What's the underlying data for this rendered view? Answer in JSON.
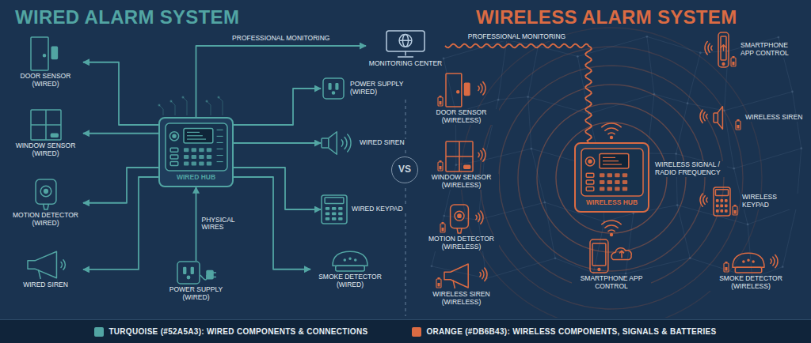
{
  "diagram": {
    "nodes": [
      {
        "text": [
          "DOOR SENSOR (WIRED)"
        ]
      },
      {
        "text": [
          "WINDOW SENSOR (WIRED)"
        ]
      },
      {
        "text": [
          "MOTION DETECTOR (WIRED)"
        ]
      },
      {
        "text": [
          "WIRED SIREN"
        ]
      },
      {
        "text": [
          "WIRED HUB"
        ]
      },
      {
        "text": [
          "POWER SUPPLY (WIRED)"
        ]
      },
      {
        "text": [
          "WIRED SIREN"
        ]
      },
      {
        "text": [
          "WIRED KEYPAD"
        ]
      },
      {
        "text": [
          "POWER SUPPLY (WIRED)"
        ]
      },
      {
        "text": [
          "SMOKE DETECTOR (WIRED)"
        ]
      },
      {
        "text": [
          "MONITORING CENTER"
        ]
      },
      {
        "text": [
          "VS"
        ]
      },
      {
        "text": [
          "DOOR SENSOR (WIRELESS)"
        ]
      },
      {
        "text": [
          "WINDOW SENSOR (WIRELESS)"
        ]
      },
      {
        "text": [
          "MOTION DETECTOR (WIRELESS)"
        ]
      },
      {
        "text": [
          "WIRELESS SIREN (WIRELESS)"
        ]
      },
      {
        "text": [
          "WIRELESS HUB"
        ]
      },
      {
        "text": [
          "SMARTPHONE APP CONTROL"
        ]
      },
      {
        "text": [
          "SMARTPHONE APP CONTROL"
        ]
      },
      {
        "text": [
          "WIRELESS SIREN"
        ]
      },
      {
        "text": [
          "WIRELESS KEYPAD"
        ]
      },
      {
        "text": [
          "SMOKE DETECTOR (WIRELESS)"
        ]
      }
    ],
    "edges": [
      {
        "from": 4,
        "to": 0,
        "arrow": "to"
      },
      {
        "from": 4,
        "to": 1,
        "arrow": "to"
      },
      {
        "from": 4,
        "to": 2,
        "arrow": "to"
      },
      {
        "from": 4,
        "to": 3,
        "arrow": "to"
      },
      {
        "from": 4,
        "to": 5,
        "arrow": "to"
      },
      {
        "from": 4,
        "to": 6,
        "arrow": "to"
      },
      {
        "from": 4,
        "to": 7,
        "arrow": "to"
      },
      {
        "from": 4,
        "to": 9,
        "arrow": "to"
      },
      {
        "from": 8,
        "to": 4,
        "arrow": "to",
        "label": "PHYSICAL WIRES"
      },
      {
        "from": 4,
        "to": 10,
        "arrow": "to",
        "label": "PROFESSIONAL MONITORING"
      },
      {
        "from": 10,
        "to": 16,
        "arrow": "none",
        "label": "PROFESSIONAL MONITORING"
      }
    ],
    "labels": [
      "WIRED ALARM SYSTEM",
      "WIRELESS ALARM SYSTEM",
      "WIRELESS SIGNAL / RADIO FREQUENCY"
    ],
    "legend": [
      {
        "text": "TURQUOISE (#52A5A3): WIRED COMPONENTS & CONNECTIONS",
        "color": "#52A5A3"
      },
      {
        "text": "ORANGE (#DB6B43): WIRELESS COMPONENTS, SIGNALS & BATTERIES",
        "color": "#DB6B43"
      }
    ]
  }
}
